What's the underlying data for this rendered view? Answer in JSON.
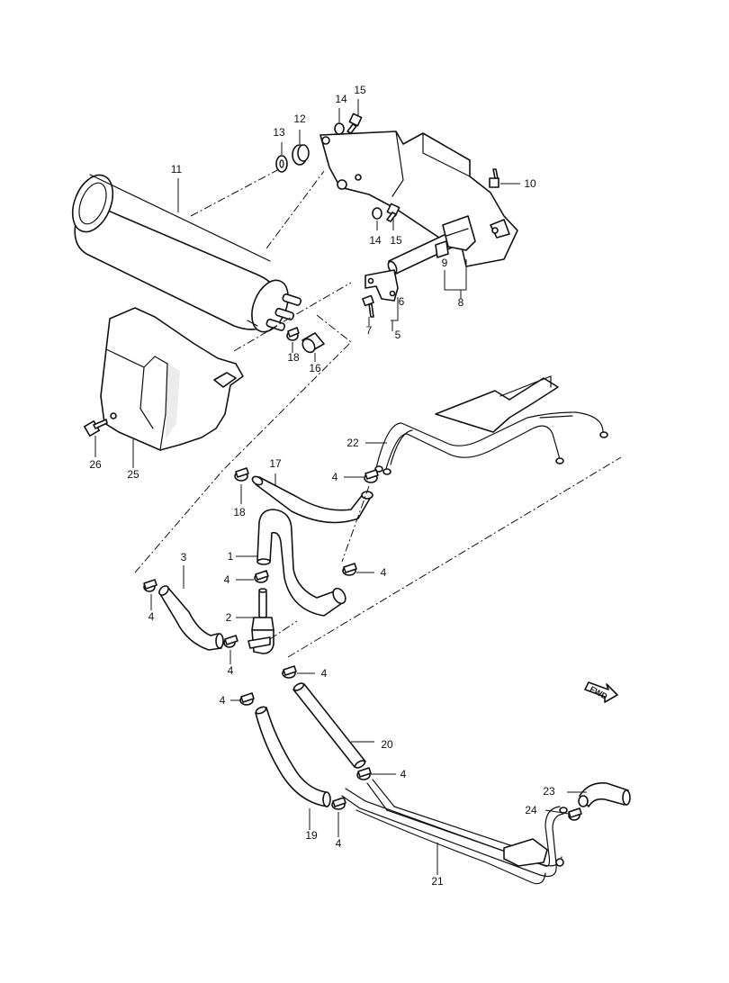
{
  "diagram": {
    "fwd_label": "FWD",
    "callouts": [
      {
        "id": "c1",
        "text": "1"
      },
      {
        "id": "c2",
        "text": "2"
      },
      {
        "id": "c3",
        "text": "3"
      },
      {
        "id": "c4a",
        "text": "4"
      },
      {
        "id": "c4b",
        "text": "4"
      },
      {
        "id": "c4c",
        "text": "4"
      },
      {
        "id": "c4d",
        "text": "4"
      },
      {
        "id": "c4e",
        "text": "4"
      },
      {
        "id": "c4f",
        "text": "4"
      },
      {
        "id": "c4g",
        "text": "4"
      },
      {
        "id": "c4h",
        "text": "4"
      },
      {
        "id": "c4i",
        "text": "4"
      },
      {
        "id": "c5",
        "text": "5"
      },
      {
        "id": "c6",
        "text": "6"
      },
      {
        "id": "c7",
        "text": "7"
      },
      {
        "id": "c8",
        "text": "8"
      },
      {
        "id": "c9",
        "text": "9"
      },
      {
        "id": "c10",
        "text": "10"
      },
      {
        "id": "c11",
        "text": "11"
      },
      {
        "id": "c12",
        "text": "12"
      },
      {
        "id": "c13",
        "text": "13"
      },
      {
        "id": "c14a",
        "text": "14"
      },
      {
        "id": "c14b",
        "text": "14"
      },
      {
        "id": "c15a",
        "text": "15"
      },
      {
        "id": "c15b",
        "text": "15"
      },
      {
        "id": "c16",
        "text": "16"
      },
      {
        "id": "c17",
        "text": "17"
      },
      {
        "id": "c18a",
        "text": "18"
      },
      {
        "id": "c18b",
        "text": "18"
      },
      {
        "id": "c19",
        "text": "19"
      },
      {
        "id": "c20",
        "text": "20"
      },
      {
        "id": "c21",
        "text": "21"
      },
      {
        "id": "c22",
        "text": "22"
      },
      {
        "id": "c23",
        "text": "23"
      },
      {
        "id": "c24",
        "text": "24"
      },
      {
        "id": "c25",
        "text": "25"
      },
      {
        "id": "c26",
        "text": "26"
      }
    ]
  }
}
